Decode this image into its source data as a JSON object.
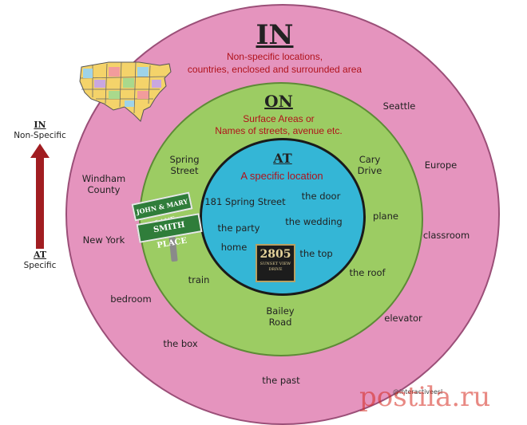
{
  "sidebar": {
    "top_label": "IN",
    "top_sub": "Non-Specific",
    "bottom_label": "AT",
    "bottom_sub": "Specific"
  },
  "in": {
    "title": "IN",
    "desc_1": "Non-specific locations,",
    "desc_2": "countries, enclosed and surrounded area",
    "examples": {
      "seattle": "Seattle",
      "windham_1": "Windham",
      "windham_2": "County",
      "europe": "Europe",
      "new_york": "New York",
      "classroom": "classroom",
      "bedroom": "bedroom",
      "elevator": "elevator",
      "the_box": "the box",
      "the_past": "the past"
    }
  },
  "on": {
    "title": "ON",
    "desc_1": "Surface Areas or",
    "desc_2": "Names of streets, avenue etc.",
    "examples": {
      "spring_1": "Spring",
      "spring_2": "Street",
      "cary_1": "Cary",
      "cary_2": "Drive",
      "plane": "plane",
      "train": "train",
      "the_roof": "the roof",
      "bailey_1": "Bailey",
      "bailey_2": "Road"
    }
  },
  "at": {
    "title": "AT",
    "desc": "A specific location",
    "examples": {
      "spring_addr": "181 Spring Street",
      "the_door": "the door",
      "the_wedding": "the wedding",
      "the_party": "the party",
      "home": "home",
      "the_top": "the top"
    }
  },
  "signs": {
    "street_top": "JOHN & MARY LANE",
    "street_bottom": "SMITH PLACE",
    "plaque_number": "2805",
    "plaque_line_1": "SUNSET VIEW",
    "plaque_line_2": "DRIVE"
  },
  "credit": "@interactiveesl",
  "watermark": "postila.ru",
  "colors": {
    "in_ring": "#e594be",
    "on_ring": "#9ccc63",
    "at_ring": "#34b6d6",
    "desc_red": "#b0121b",
    "arrow": "#a11d21"
  }
}
